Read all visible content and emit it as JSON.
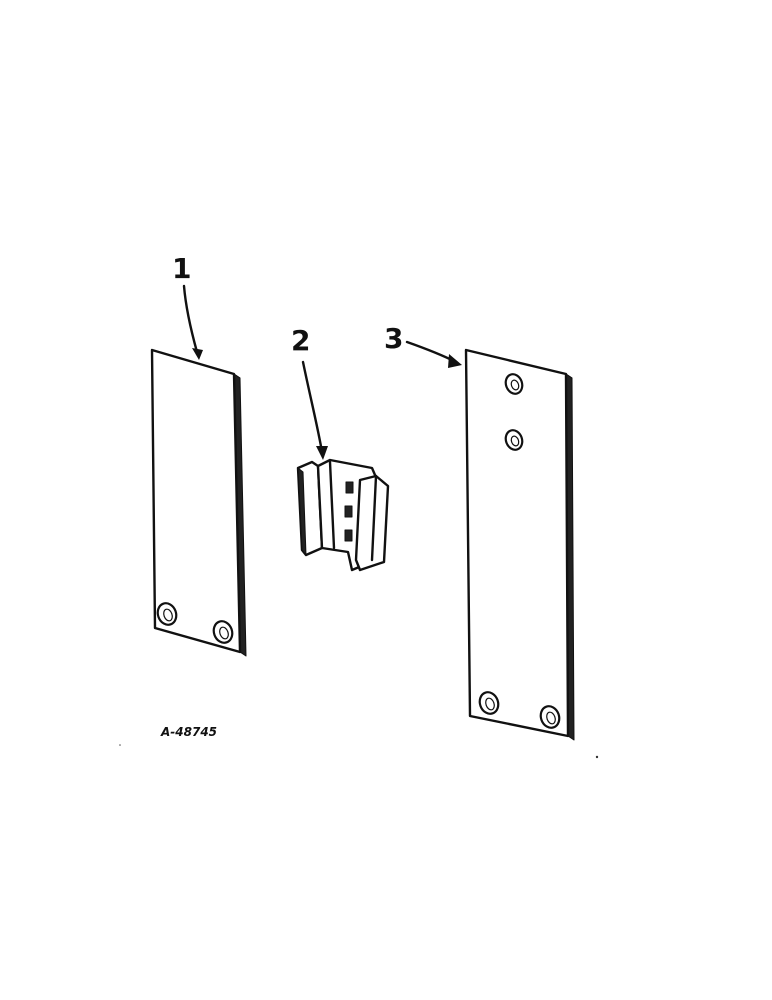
{
  "callouts": [
    {
      "id": "1",
      "text": "1"
    },
    {
      "id": "2",
      "text": "2"
    },
    {
      "id": "3",
      "text": "3"
    }
  ],
  "figure_id": "A-48745",
  "colors": {
    "ink": "#111111",
    "paper": "#ffffff"
  }
}
